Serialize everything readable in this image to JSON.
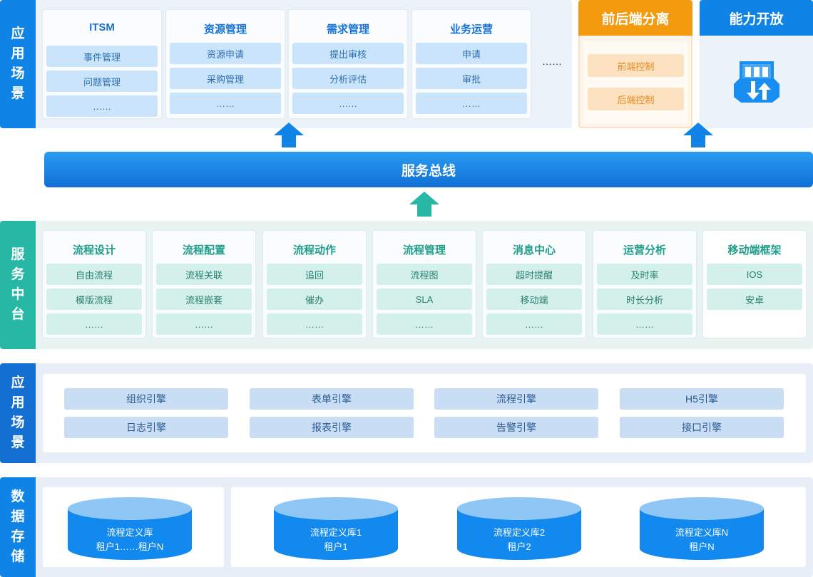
{
  "app_scenarios": {
    "side_label": [
      "应",
      "用",
      "场",
      "景"
    ],
    "modules": [
      {
        "title": "ITSM",
        "items": [
          "事件管理",
          "问题管理",
          "……"
        ]
      },
      {
        "title": "资源管理",
        "items": [
          "资源申请",
          "采购管理",
          "……"
        ]
      },
      {
        "title": "需求管理",
        "items": [
          "提出审核",
          "分析评估",
          "……"
        ]
      },
      {
        "title": "业务运营",
        "items": [
          "申请",
          "审批",
          "……"
        ]
      }
    ],
    "more": "……"
  },
  "separation": {
    "title": "前后端分离",
    "items": [
      "前端控制",
      "后端控制"
    ]
  },
  "capability": {
    "title": "能力开放",
    "icon": "api-open-icon"
  },
  "service_bus": {
    "label": "服务总线"
  },
  "service_platform": {
    "side_label": [
      "服",
      "务",
      "中",
      "台"
    ],
    "modules": [
      {
        "title": "流程设计",
        "items": [
          "自由流程",
          "模版流程",
          "……"
        ]
      },
      {
        "title": "流程配置",
        "items": [
          "流程关联",
          "流程嵌套",
          "……"
        ]
      },
      {
        "title": "流程动作",
        "items": [
          "追回",
          "催办",
          "……"
        ]
      },
      {
        "title": "流程管理",
        "items": [
          "流程图",
          "SLA",
          "……"
        ]
      },
      {
        "title": "消息中心",
        "items": [
          "超时提醒",
          "移动端",
          "……"
        ]
      },
      {
        "title": "运营分析",
        "items": [
          "及时率",
          "时长分析",
          "……"
        ]
      },
      {
        "title": "移动端框架",
        "items": [
          "IOS",
          "安卓"
        ]
      }
    ]
  },
  "engines": {
    "side_label": [
      "应",
      "用",
      "场",
      "景"
    ],
    "items": [
      "组织引擎",
      "表单引擎",
      "流程引擎",
      "H5引擎",
      "日志引擎",
      "报表引擎",
      "告警引擎",
      "接口引擎"
    ]
  },
  "storage": {
    "side_label": [
      "数",
      "据",
      "存",
      "储"
    ],
    "databases": [
      {
        "line1": "流程定义库",
        "line2": "租户1……租户N"
      },
      {
        "line1": "流程定义库1",
        "line2": "租户1"
      },
      {
        "line1": "流程定义库2",
        "line2": "租户2"
      },
      {
        "line1": "流程定义库N",
        "line2": "租户N"
      }
    ]
  },
  "colors": {
    "blue_accent": "#0f84e6",
    "green_accent": "#27b7a5",
    "orange_accent": "#f39a0e",
    "engine_side": "#136fd1"
  }
}
